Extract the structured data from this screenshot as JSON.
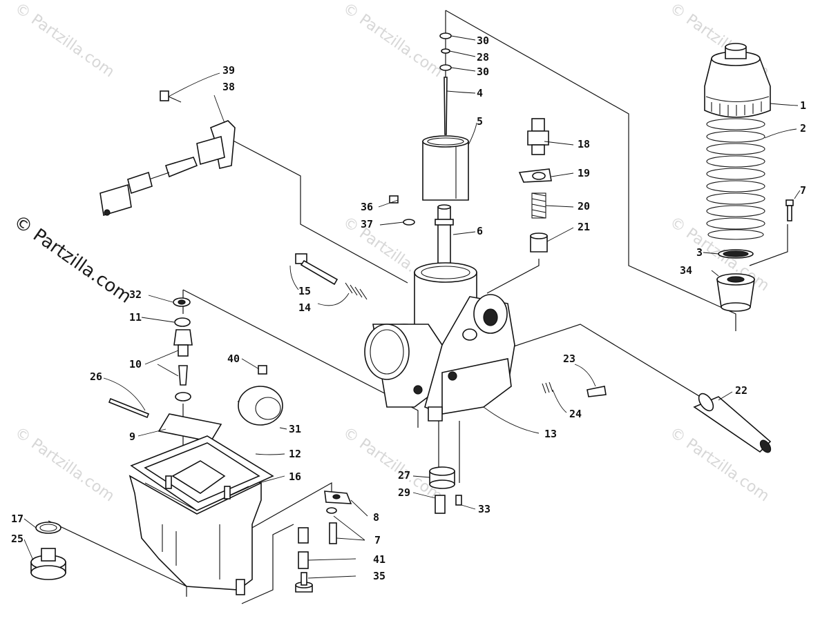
{
  "watermarks": {
    "small": "© Partzilla.com",
    "main": "© Partzilla.com"
  },
  "callouts": {
    "c1": "1",
    "c2": "2",
    "c3": "3",
    "c4": "4",
    "c5": "5",
    "c6": "6",
    "c7a": "7",
    "c7b": "7",
    "c8": "8",
    "c9": "9",
    "c10": "10",
    "c11": "11",
    "c12": "12",
    "c13": "13",
    "c14": "14",
    "c15": "15",
    "c16": "16",
    "c17": "17",
    "c18": "18",
    "c19": "19",
    "c20": "20",
    "c21": "21",
    "c22": "22",
    "c23": "23",
    "c24": "24",
    "c25": "25",
    "c26": "26",
    "c27": "27",
    "c28": "28",
    "c29": "29",
    "c30a": "30",
    "c30b": "30",
    "c31": "31",
    "c32": "32",
    "c33": "33",
    "c34": "34",
    "c35": "35",
    "c36": "36",
    "c37": "37",
    "c38": "38",
    "c39": "39",
    "c40": "40",
    "c41": "41"
  }
}
